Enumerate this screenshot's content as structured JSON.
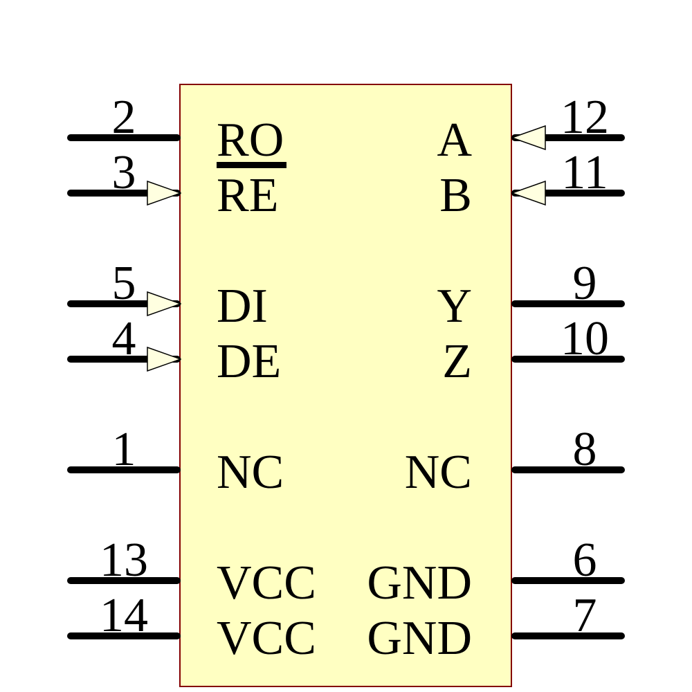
{
  "diagram": {
    "type": "schematic-symbol",
    "component": "14-pin RS-485/RS-422 transceiver IC symbol",
    "body_fill": "#FFFFC2",
    "body_border": "#840000",
    "arrow_fill": "#FFFFE0",
    "arrow_stroke": "#000000",
    "pin_line_color": "#000000",
    "text_color": "#000000"
  },
  "pins": {
    "left": [
      {
        "number": "2",
        "label": "RO",
        "arrow": false,
        "overline": false
      },
      {
        "number": "3",
        "label": "RE",
        "arrow": true,
        "overline": true
      },
      {
        "number": "5",
        "label": "DI",
        "arrow": true,
        "overline": false
      },
      {
        "number": "4",
        "label": "DE",
        "arrow": true,
        "overline": false
      },
      {
        "number": "1",
        "label": "NC",
        "arrow": false,
        "overline": false
      },
      {
        "number": "13",
        "label": "VCC",
        "arrow": false,
        "overline": false
      },
      {
        "number": "14",
        "label": "VCC",
        "arrow": false,
        "overline": false
      }
    ],
    "right": [
      {
        "number": "12",
        "label": "A",
        "arrow": true,
        "overline": false
      },
      {
        "number": "11",
        "label": "B",
        "arrow": true,
        "overline": false
      },
      {
        "number": "9",
        "label": "Y",
        "arrow": false,
        "overline": false
      },
      {
        "number": "10",
        "label": "Z",
        "arrow": false,
        "overline": false
      },
      {
        "number": "8",
        "label": "NC",
        "arrow": false,
        "overline": false
      },
      {
        "number": "6",
        "label": "GND",
        "arrow": false,
        "overline": false
      },
      {
        "number": "7",
        "label": "GND",
        "arrow": false,
        "overline": false
      }
    ]
  }
}
